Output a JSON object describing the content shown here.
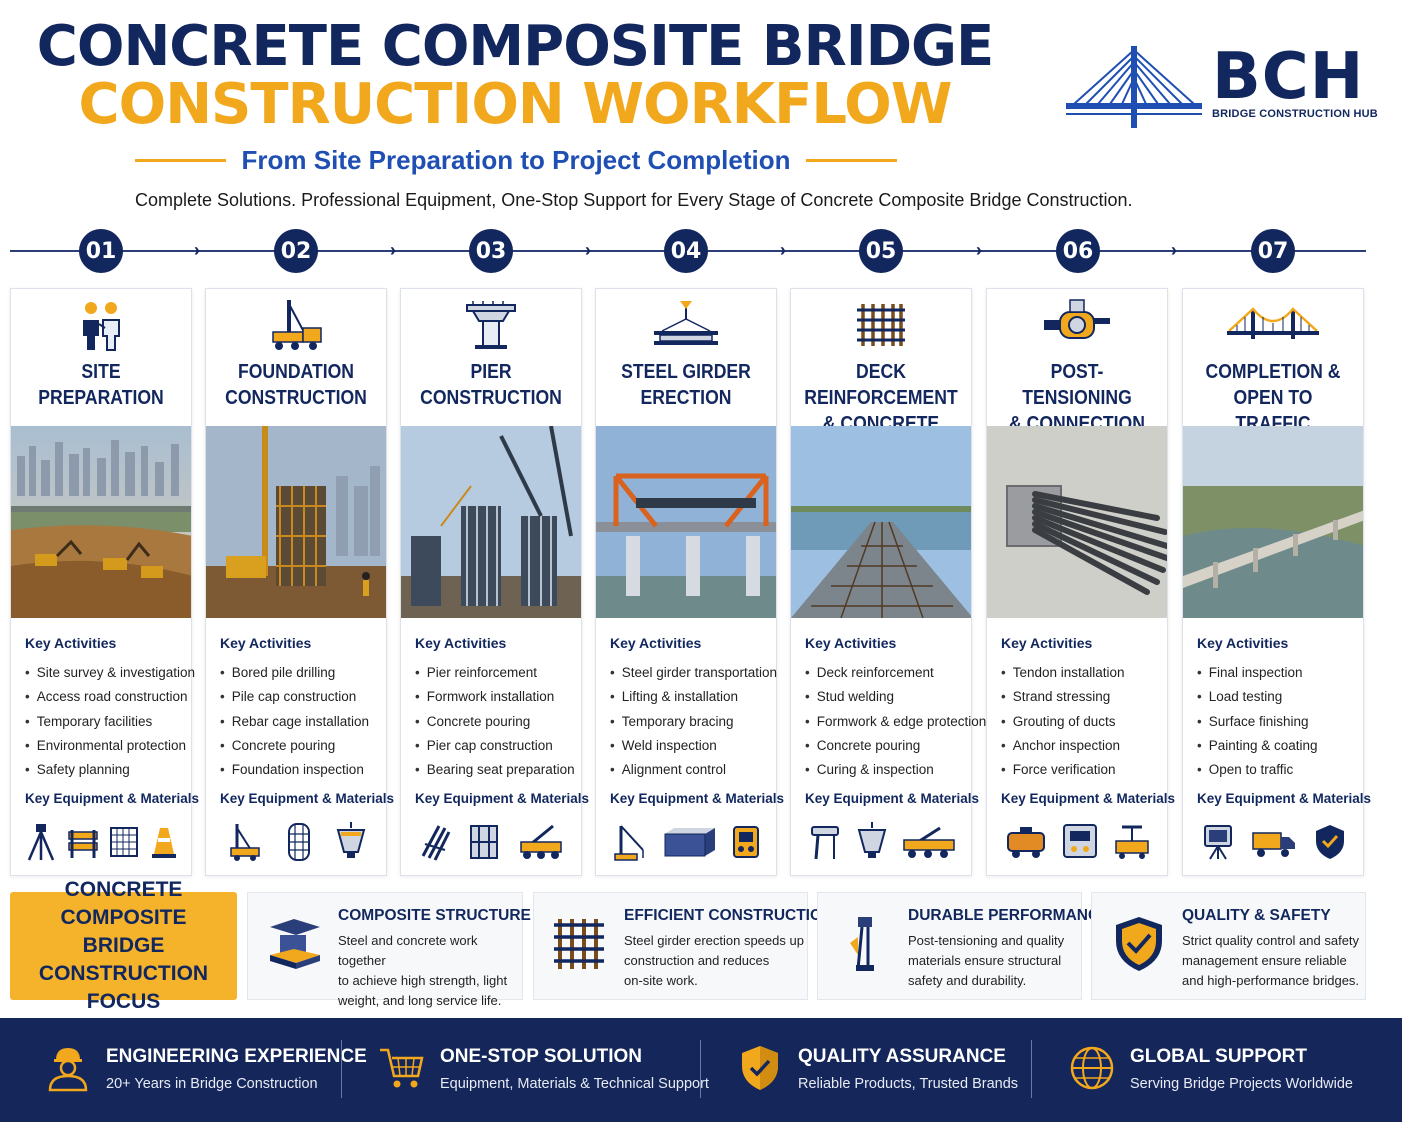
{
  "header": {
    "title_line1": "CONCRETE COMPOSITE BRIDGE",
    "title_line2": "CONSTRUCTION WORKFLOW",
    "subtitle": "From Site Preparation to Project Completion",
    "tagline": "Complete Solutions. Professional Equipment, One-Stop Support for Every Stage of Concrete Composite Bridge Construction."
  },
  "logo": {
    "mark": "BCH",
    "name": "BRIDGE CONSTRUCTION HUB"
  },
  "colors": {
    "navy": "#12275e",
    "gold": "#f2a81d",
    "blue": "#1f4fb3"
  },
  "key_activities_label": "Key Activities",
  "equipment_label": "Key Equipment & Materials",
  "steps": [
    {
      "num": "01",
      "title_a": "SITE",
      "title_b": "PREPARATION",
      "icon": "surveyors-icon",
      "activities": [
        "Site survey & investigation",
        "Access road construction",
        "Temporary facilities",
        "Environmental protection",
        "Safety planning"
      ],
      "equipment": [
        "tripod-icon",
        "barrier-icon",
        "mesh-icon",
        "cone-icon"
      ]
    },
    {
      "num": "02",
      "title_a": "FOUNDATION",
      "title_b": "CONSTRUCTION",
      "icon": "piling-rig-icon",
      "activities": [
        "Bored pile drilling",
        "Pile cap construction",
        "Rebar cage installation",
        "Concrete pouring",
        "Foundation inspection"
      ],
      "equipment": [
        "drill-rig-icon",
        "rebar-cage-icon",
        "concrete-bucket-icon"
      ]
    },
    {
      "num": "03",
      "title_a": "PIER",
      "title_b": "CONSTRUCTION",
      "icon": "pier-icon",
      "activities": [
        "Pier reinforcement",
        "Formwork installation",
        "Concrete pouring",
        "Pier cap construction",
        "Bearing seat preparation"
      ],
      "equipment": [
        "rebar-bundle-icon",
        "formwork-icon",
        "crane-truck-icon"
      ]
    },
    {
      "num": "04",
      "title_a": "STEEL GIRDER",
      "title_b": "ERECTION",
      "icon": "girder-lift-icon",
      "activities": [
        "Steel girder transportation",
        "Lifting & installation",
        "Temporary bracing",
        "Weld inspection",
        "Alignment control"
      ],
      "equipment": [
        "crane-icon",
        "steel-girder-icon",
        "welder-icon"
      ]
    },
    {
      "num": "05",
      "title_a": "DECK REINFORCEMENT",
      "title_b": "& CONCRETE POURING",
      "icon": "rebar-grid-icon",
      "activities": [
        "Deck reinforcement",
        "Stud welding",
        "Formwork & edge protection",
        "Concrete pouring",
        "Curing & inspection"
      ],
      "equipment": [
        "stud-gun-icon",
        "concrete-bucket-icon",
        "concrete-pump-icon"
      ]
    },
    {
      "num": "06",
      "title_a": "POST-TENSIONING",
      "title_b": "& CONNECTION",
      "icon": "jack-icon",
      "activities": [
        "Tendon installation",
        "Strand stressing",
        "Grouting of ducts",
        "Anchor inspection",
        "Force verification"
      ],
      "equipment": [
        "grout-pump-icon",
        "control-panel-icon",
        "stressing-jack-icon"
      ]
    },
    {
      "num": "07",
      "title_a": "COMPLETION &",
      "title_b": "OPEN TO TRAFFIC",
      "icon": "suspension-bridge-icon",
      "activities": [
        "Final inspection",
        "Load testing",
        "Surface finishing",
        "Painting & coating",
        "Open to traffic"
      ],
      "equipment": [
        "monitor-icon",
        "test-truck-icon",
        "shield-check-icon"
      ]
    }
  ],
  "focus": {
    "line1": "CONCRETE COMPOSITE",
    "line2": "BRIDGE CONSTRUCTION",
    "line3": "FOCUS"
  },
  "features": [
    {
      "title": "COMPOSITE STRUCTURE",
      "desc1": "Steel and concrete work together",
      "desc2": "to achieve high strength, light",
      "desc3": "weight, and long service life."
    },
    {
      "title": "EFFICIENT CONSTRUCTION",
      "desc1": "Steel girder erection speeds up",
      "desc2": "construction and reduces",
      "desc3": "on-site work."
    },
    {
      "title": "DURABLE PERFORMANCE",
      "desc1": "Post-tensioning and quality",
      "desc2": "materials ensure structural",
      "desc3": "safety and durability."
    },
    {
      "title": "QUALITY & SAFETY",
      "desc1": "Strict quality control and safety",
      "desc2": "management ensure reliable",
      "desc3": "and high-performance bridges."
    }
  ],
  "footer": [
    {
      "title": "ENGINEERING EXPERIENCE",
      "desc": "20+ Years in Bridge Construction",
      "icon": "engineer-icon"
    },
    {
      "title": "ONE-STOP SOLUTION",
      "desc": "Equipment, Materials & Technical Support",
      "icon": "cart-icon"
    },
    {
      "title": "QUALITY ASSURANCE",
      "desc": "Reliable Products, Trusted Brands",
      "icon": "shield-icon"
    },
    {
      "title": "GLOBAL SUPPORT",
      "desc": "Serving Bridge Projects Worldwide",
      "icon": "globe-icon"
    }
  ]
}
